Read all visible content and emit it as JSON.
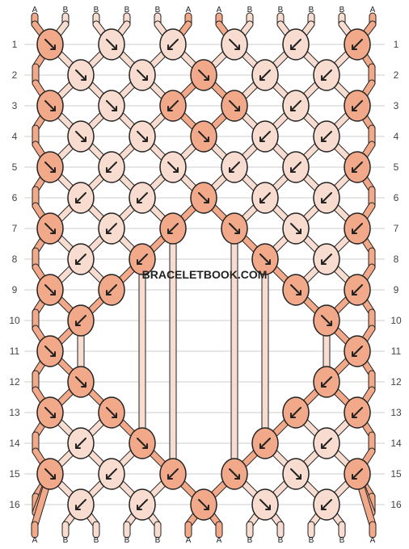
{
  "watermark": "BRACELETBOOK.COM",
  "strands": {
    "top": [
      "A",
      "B",
      "B",
      "B",
      "B",
      "A",
      "A",
      "B",
      "B",
      "B",
      "B",
      "A"
    ],
    "bottom": [
      "A",
      "B",
      "B",
      "B",
      "B",
      "A",
      "A",
      "B",
      "B",
      "B",
      "B",
      "A"
    ]
  },
  "row_labels": [
    "1",
    "2",
    "3",
    "4",
    "5",
    "6",
    "7",
    "8",
    "9",
    "10",
    "11",
    "12",
    "13",
    "14",
    "15",
    "16"
  ],
  "colors": {
    "A": "#f2a98a",
    "B": "#f8dcd0",
    "outline": "#222222",
    "grid": "#cccccc"
  },
  "knots": {
    "odd_rows": {
      "1": [
        [
          "A",
          "DR"
        ],
        [
          "B",
          "DR"
        ],
        [
          "B",
          "DL"
        ],
        [
          "B",
          "DR"
        ],
        [
          "B",
          "DL"
        ],
        [
          "A",
          "DL"
        ]
      ],
      "3": [
        [
          "A",
          "DR"
        ],
        [
          "B",
          "DR"
        ],
        [
          "A",
          "DL"
        ],
        [
          "A",
          "DR"
        ],
        [
          "B",
          "DL"
        ],
        [
          "A",
          "DL"
        ]
      ],
      "5": [
        [
          "A",
          "DR"
        ],
        [
          "B",
          "DL"
        ],
        [
          "B",
          "DR"
        ],
        [
          "B",
          "DL"
        ],
        [
          "B",
          "DL"
        ],
        [
          "A",
          "DL"
        ]
      ],
      "7": [
        [
          "A",
          "DR"
        ],
        [
          "B",
          "DL"
        ],
        [
          "A",
          "DL"
        ],
        [
          "A",
          "DR"
        ],
        [
          "B",
          "DR"
        ],
        [
          "A",
          "DL"
        ]
      ],
      "9": [
        [
          "A",
          "DR"
        ],
        [
          "A",
          "DL"
        ],
        null,
        null,
        [
          "A",
          "DR"
        ],
        [
          "A",
          "DL"
        ]
      ],
      "11": [
        [
          "A",
          "DR"
        ],
        null,
        null,
        null,
        null,
        [
          "A",
          "DL"
        ]
      ],
      "13": [
        [
          "A",
          "DR"
        ],
        [
          "A",
          "DR"
        ],
        null,
        null,
        [
          "A",
          "DL"
        ],
        [
          "A",
          "DL"
        ]
      ],
      "15": [
        [
          "A",
          "DR"
        ],
        [
          "B",
          "DL"
        ],
        [
          "A",
          "DL"
        ],
        [
          "A",
          "DR"
        ],
        [
          "B",
          "DR"
        ],
        [
          "A",
          "DL"
        ]
      ]
    },
    "even_rows": {
      "2": [
        [
          "B",
          "DR"
        ],
        [
          "B",
          "DR"
        ],
        [
          "A",
          "DR"
        ],
        [
          "B",
          "DL"
        ],
        [
          "B",
          "DL"
        ]
      ],
      "4": [
        [
          "B",
          "DR"
        ],
        [
          "B",
          "DR"
        ],
        [
          "A",
          "DR"
        ],
        [
          "B",
          "DL"
        ],
        [
          "B",
          "DL"
        ]
      ],
      "6": [
        [
          "B",
          "DL"
        ],
        [
          "B",
          "DL"
        ],
        [
          "A",
          "DR"
        ],
        [
          "B",
          "DL"
        ],
        [
          "B",
          "DL"
        ]
      ],
      "8": [
        [
          "B",
          "DL"
        ],
        [
          "A",
          "DL"
        ],
        null,
        [
          "A",
          "DR"
        ],
        [
          "B",
          "DL"
        ]
      ],
      "10": [
        [
          "A",
          "DL"
        ],
        null,
        null,
        null,
        [
          "A",
          "DR"
        ]
      ],
      "12": [
        [
          "A",
          "DR"
        ],
        null,
        null,
        null,
        [
          "A",
          "DL"
        ]
      ],
      "14": [
        [
          "B",
          "DL"
        ],
        [
          "A",
          "DR"
        ],
        null,
        [
          "A",
          "DL"
        ],
        [
          "B",
          "DL"
        ]
      ],
      "16": [
        [
          "B",
          "DL"
        ],
        [
          "B",
          "DL"
        ],
        [
          "A",
          "DR"
        ],
        [
          "B",
          "DR"
        ],
        [
          "B",
          "DL"
        ]
      ]
    }
  }
}
